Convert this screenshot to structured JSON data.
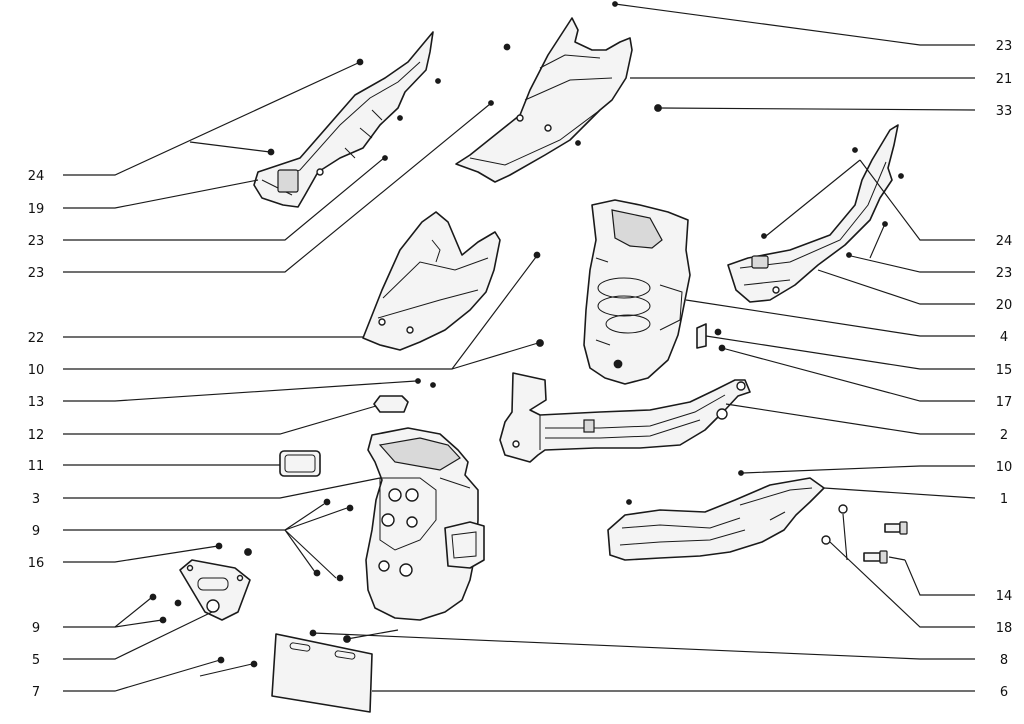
{
  "callouts": {
    "left": [
      {
        "label": "24"
      },
      {
        "label": "19"
      },
      {
        "label": "23"
      },
      {
        "label": "23"
      },
      {
        "label": "22"
      },
      {
        "label": "10"
      },
      {
        "label": "13"
      },
      {
        "label": "12"
      },
      {
        "label": "11"
      },
      {
        "label": "3"
      },
      {
        "label": "9"
      },
      {
        "label": "16"
      },
      {
        "label": "9"
      },
      {
        "label": "5"
      },
      {
        "label": "7"
      }
    ],
    "right": [
      {
        "label": "23"
      },
      {
        "label": "21"
      },
      {
        "label": "33"
      },
      {
        "label": "24"
      },
      {
        "label": "23"
      },
      {
        "label": "20"
      },
      {
        "label": "4"
      },
      {
        "label": "15"
      },
      {
        "label": "17"
      },
      {
        "label": "2"
      },
      {
        "label": "10"
      },
      {
        "label": "1"
      },
      {
        "label": "14"
      },
      {
        "label": "18"
      },
      {
        "label": "8"
      },
      {
        "label": "6"
      }
    ]
  }
}
